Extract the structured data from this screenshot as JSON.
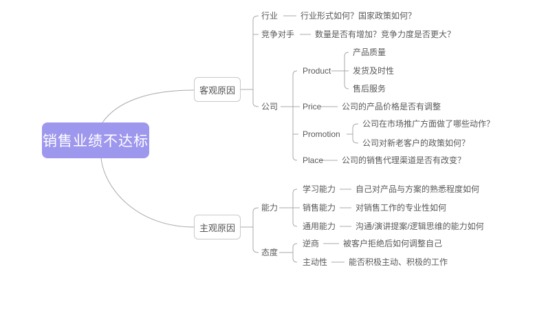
{
  "canvas": {
    "background": "#ffffff",
    "line_color": "#a8a8a8",
    "root_fill": "#9e97ee",
    "root_text_color": "#ffffff",
    "node_border_color": "#c8c8c8",
    "text_color": "#595959"
  },
  "mindmap": {
    "root": {
      "label": "销售业绩不达标"
    },
    "objective": {
      "label": "客观原因",
      "industry": {
        "label": "行业",
        "note": "行业形式如何？国家政策如何？"
      },
      "competitors": {
        "label": "竞争对手",
        "note": "数量是否有增加？竞争力度是否更大？"
      },
      "company": {
        "label": "公司",
        "product": {
          "label": "Product",
          "quality": "产品质量",
          "delivery": "发货及时性",
          "aftersales": "售后服务"
        },
        "price": {
          "label": "Price",
          "note": "公司的产品价格是否有调整"
        },
        "promotion": {
          "label": "Promotion",
          "note_market": "公司在市场推广方面做了哪些动作？",
          "note_policy": "公司对新老客户的政策如何？"
        },
        "place": {
          "label": "Place",
          "note": "公司的销售代理渠道是否有改变？"
        }
      }
    },
    "subjective": {
      "label": "主观原因",
      "ability": {
        "label": "能力",
        "learning": {
          "label": "学习能力",
          "note": "自己对产品与方案的熟悉程度如何"
        },
        "sales": {
          "label": "销售能力",
          "note": "对销售工作的专业性如何"
        },
        "general": {
          "label": "通用能力",
          "note": "沟通/演讲提案/逻辑思维的能力如何"
        }
      },
      "attitude": {
        "label": "态度",
        "adversity": {
          "label": "逆商",
          "note": "被客户拒绝后如何调整自己"
        },
        "initiative": {
          "label": "主动性",
          "note": "能否积极主动、积极的工作"
        }
      }
    }
  }
}
